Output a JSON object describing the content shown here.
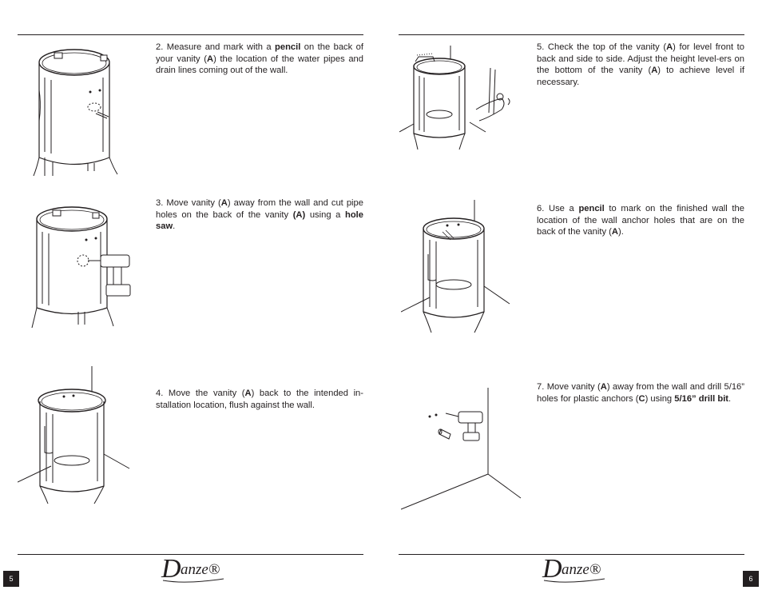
{
  "brand": {
    "logo_text": "Danze",
    "registered": "®"
  },
  "pages": {
    "left": {
      "page_number": "5"
    },
    "right": {
      "page_number": "6"
    }
  },
  "steps": [
    {
      "id": 2,
      "parts": [
        {
          "t": "2. Measure and mark with a "
        },
        {
          "t": "pencil",
          "b": true
        },
        {
          "t": " on the back of your vanity ("
        },
        {
          "t": "A",
          "b": true
        },
        {
          "t": ") the location of the water pipes and drain lines coming out of the wall."
        }
      ]
    },
    {
      "id": 3,
      "parts": [
        {
          "t": "3. Move vanity ("
        },
        {
          "t": "A",
          "b": true
        },
        {
          "t": ") away from the wall and cut pipe holes on the back of the vanity "
        },
        {
          "t": "(A)",
          "b": true
        },
        {
          "t": " using a "
        },
        {
          "t": "hole saw",
          "b": true
        },
        {
          "t": "."
        }
      ]
    },
    {
      "id": 4,
      "parts": [
        {
          "t": "4. Move the vanity ("
        },
        {
          "t": "A",
          "b": true
        },
        {
          "t": ") back to the intended in-stallation location, flush against the wall."
        }
      ]
    },
    {
      "id": 5,
      "parts": [
        {
          "t": "5. Check the top of the vanity ("
        },
        {
          "t": "A",
          "b": true
        },
        {
          "t": ") for level front to back and side to side. Adjust the height level-ers on the bottom of the vanity ("
        },
        {
          "t": "A",
          "b": true
        },
        {
          "t": ") to achieve level if necessary."
        }
      ]
    },
    {
      "id": 6,
      "parts": [
        {
          "t": "6. Use a "
        },
        {
          "t": "pencil",
          "b": true
        },
        {
          "t": " to mark on the finished wall the location of the wall anchor holes that are on the back of the vanity ("
        },
        {
          "t": "A",
          "b": true
        },
        {
          "t": ")."
        }
      ]
    },
    {
      "id": 7,
      "parts": [
        {
          "t": "7. Move vanity ("
        },
        {
          "t": "A",
          "b": true
        },
        {
          "t": ") away from the wall and drill 5/16” holes for plastic anchors ("
        },
        {
          "t": "C",
          "b": true
        },
        {
          "t": ") using "
        },
        {
          "t": "5/16” drill bit",
          "b": true
        },
        {
          "t": "."
        }
      ]
    }
  ],
  "figures": {
    "step2": "vanity-pencil-mark-illustration",
    "step3": "vanity-hole-saw-illustration",
    "step4": "vanity-against-wall-illustration",
    "step5": "vanity-level-adjust-illustration",
    "step6": "vanity-mark-wall-illustration",
    "step7": "wall-drill-anchor-illustration"
  }
}
